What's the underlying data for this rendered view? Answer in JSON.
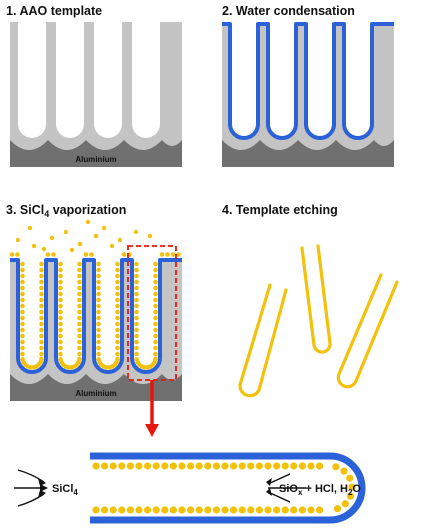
{
  "panels": [
    {
      "number": "1.",
      "title": "AAO template",
      "base_label": "Aluminium"
    },
    {
      "number": "2.",
      "title": "Water condensation"
    },
    {
      "number": "3.",
      "title_pre": "SiCl",
      "title_sub": "4",
      "title_post": " vaporization",
      "base_label": "Aluminium"
    },
    {
      "number": "4.",
      "title": "Template etching"
    }
  ],
  "detail": {
    "input_pre": "SiCl",
    "input_sub": "4",
    "product_pre": "SiO",
    "product_sub": "x",
    "product_mid": " + HCl, H",
    "product_sub2": "2",
    "product_post": "O"
  },
  "colors": {
    "template": "#c4c4c4",
    "aluminium": "#707070",
    "water": "#2b62d9",
    "silica": "#f2c10c",
    "arrow": "#e8170c",
    "dashed_box": "#e8170c"
  }
}
